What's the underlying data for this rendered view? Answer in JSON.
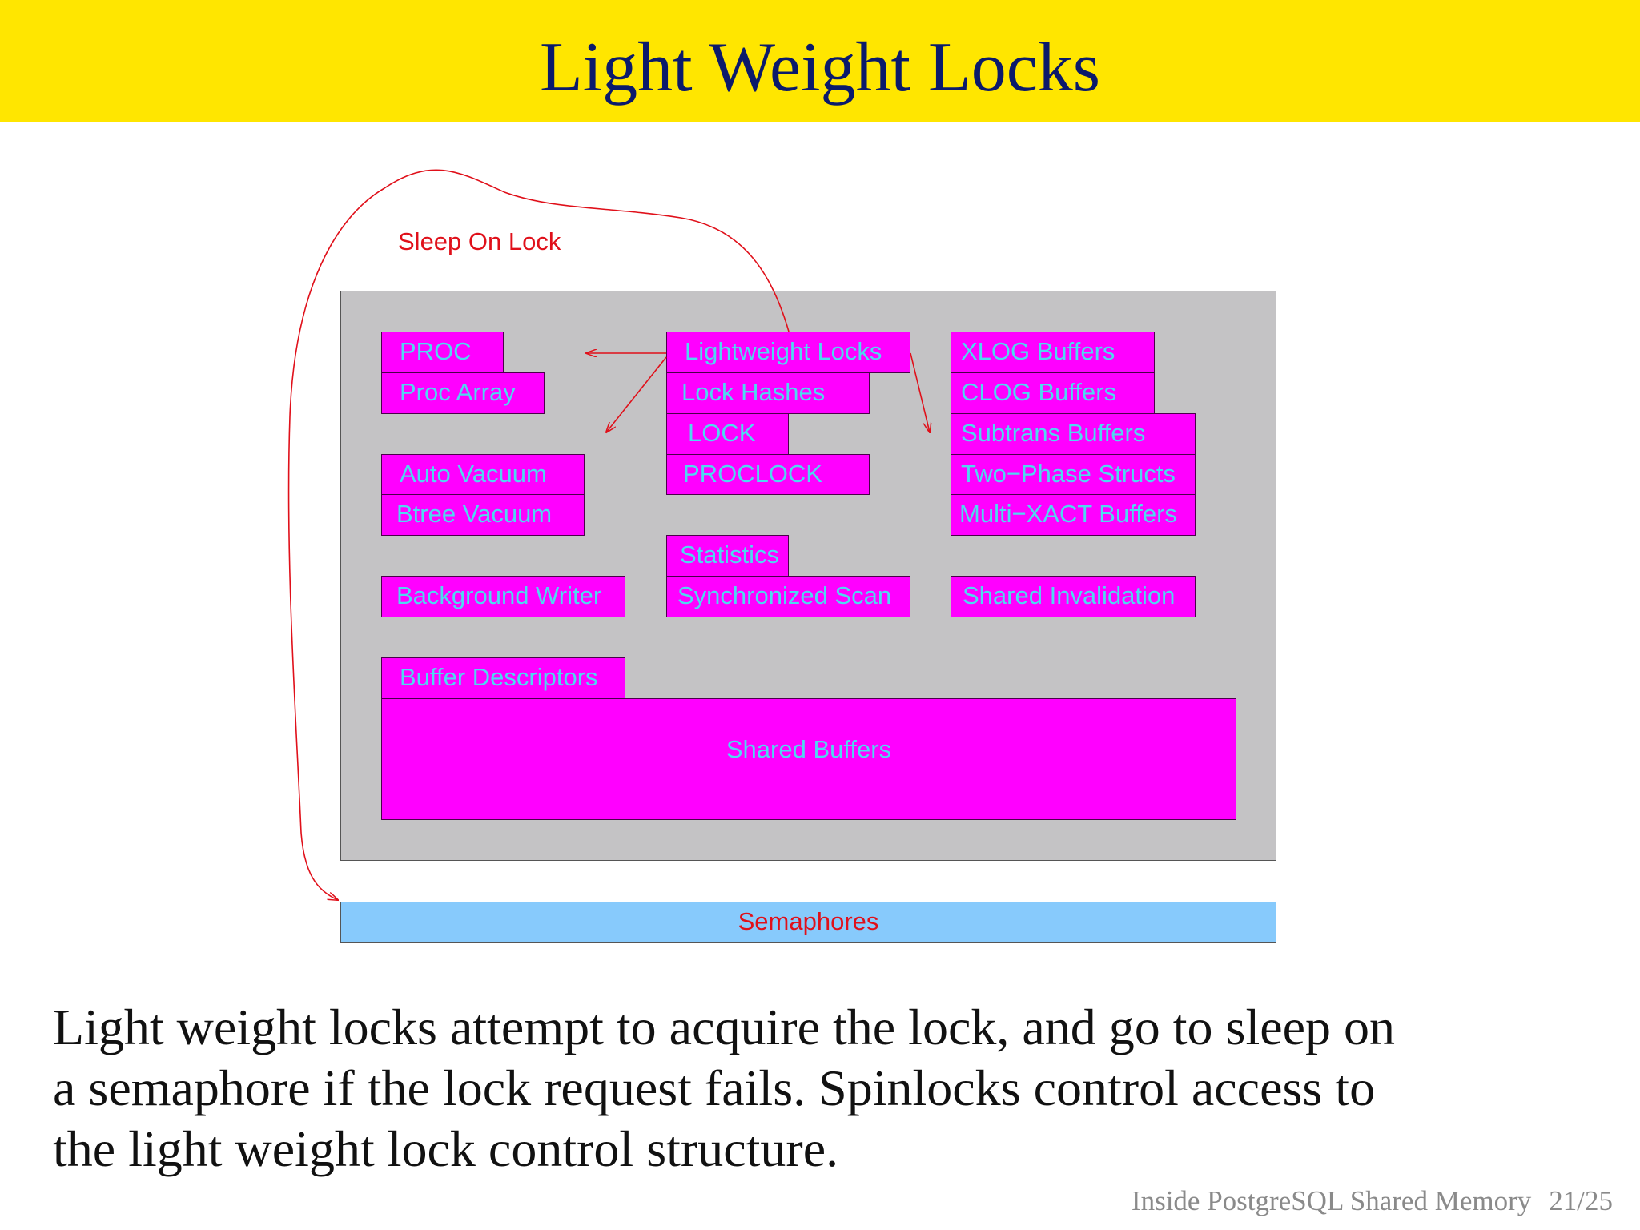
{
  "slide": {
    "title": "Light Weight Locks",
    "body_lines": [
      "Light weight locks attempt to acquire the lock, and go to sleep on",
      "a semaphore if the lock request fails.  Spinlocks control access to",
      "the light weight lock control structure."
    ],
    "footer_title": "Inside PostgreSQL Shared Memory",
    "page": "21/25"
  },
  "diagram": {
    "sleep_label": "Sleep On Lock",
    "semaphores": "Semaphores",
    "boxes": {
      "proc": "PROC",
      "proc_array": "Proc Array",
      "auto_vacuum": "Auto Vacuum",
      "btree_vacuum": "Btree Vacuum",
      "background_writer": "Background Writer",
      "buffer_descriptors": "Buffer Descriptors",
      "shared_buffers": "Shared Buffers",
      "lightweight_locks": "Lightweight Locks",
      "lock_hashes": "Lock Hashes",
      "lock": "LOCK",
      "proclock": "PROCLOCK",
      "statistics": "Statistics",
      "synchronized_scan": "Synchronized Scan",
      "xlog_buffers": "XLOG Buffers",
      "clog_buffers": "CLOG Buffers",
      "subtrans_buffers": "Subtrans Buffers",
      "two_phase_structs": "Two−Phase Structs",
      "multi_xact_buffers": "Multi−XACT Buffers",
      "shared_invalidation": "Shared Invalidation"
    },
    "colors": {
      "title_bar": "#ffe600",
      "title_text": "#0b1a6b",
      "shared_memory": "#c4c3c5",
      "structure_box": "#ff00ff",
      "structure_text": "#4fd8f0",
      "semaphores_box": "#87cafc",
      "arrow": "#e0101a"
    }
  }
}
